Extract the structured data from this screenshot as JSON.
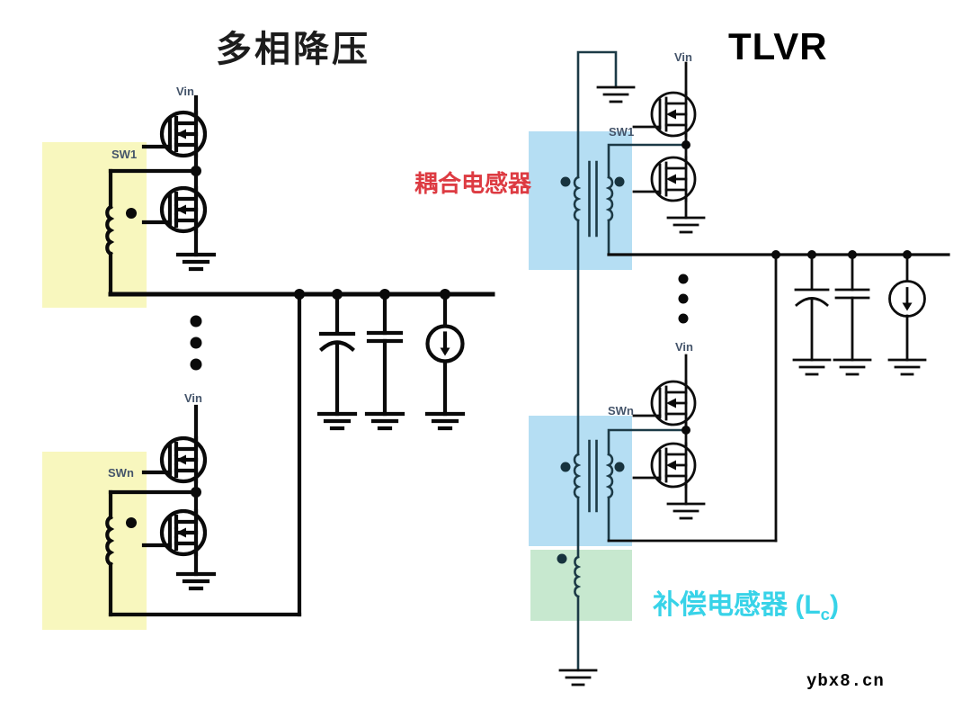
{
  "diagram": {
    "left": {
      "title": "多相降压",
      "phase1": {
        "vin": "Vin",
        "sw": "SW1"
      },
      "phaseN": {
        "vin": "Vin",
        "sw": "SWn"
      }
    },
    "right": {
      "title": "TLVR",
      "phase1": {
        "vin": "Vin",
        "sw": "SW1"
      },
      "phaseN": {
        "vin": "Vin",
        "sw": "SWn"
      },
      "coupled_inductor_label": "耦合电感器",
      "comp_inductor_prefix": "补偿电感器 (L",
      "comp_inductor_sub": "c",
      "comp_inductor_suffix": ")"
    },
    "watermark": "ybx8.cn",
    "colors": {
      "highlight_yellow": "#f8f7be",
      "highlight_blue": "#b5def3",
      "highlight_green": "#c7e8cf",
      "coupled_label_red": "#dd3b42",
      "comp_label_cyan": "#38d3e8",
      "wire_black": "#0a0a0a",
      "tlvr_wire": "#1c3a46",
      "label_slate": "#44546a"
    }
  }
}
